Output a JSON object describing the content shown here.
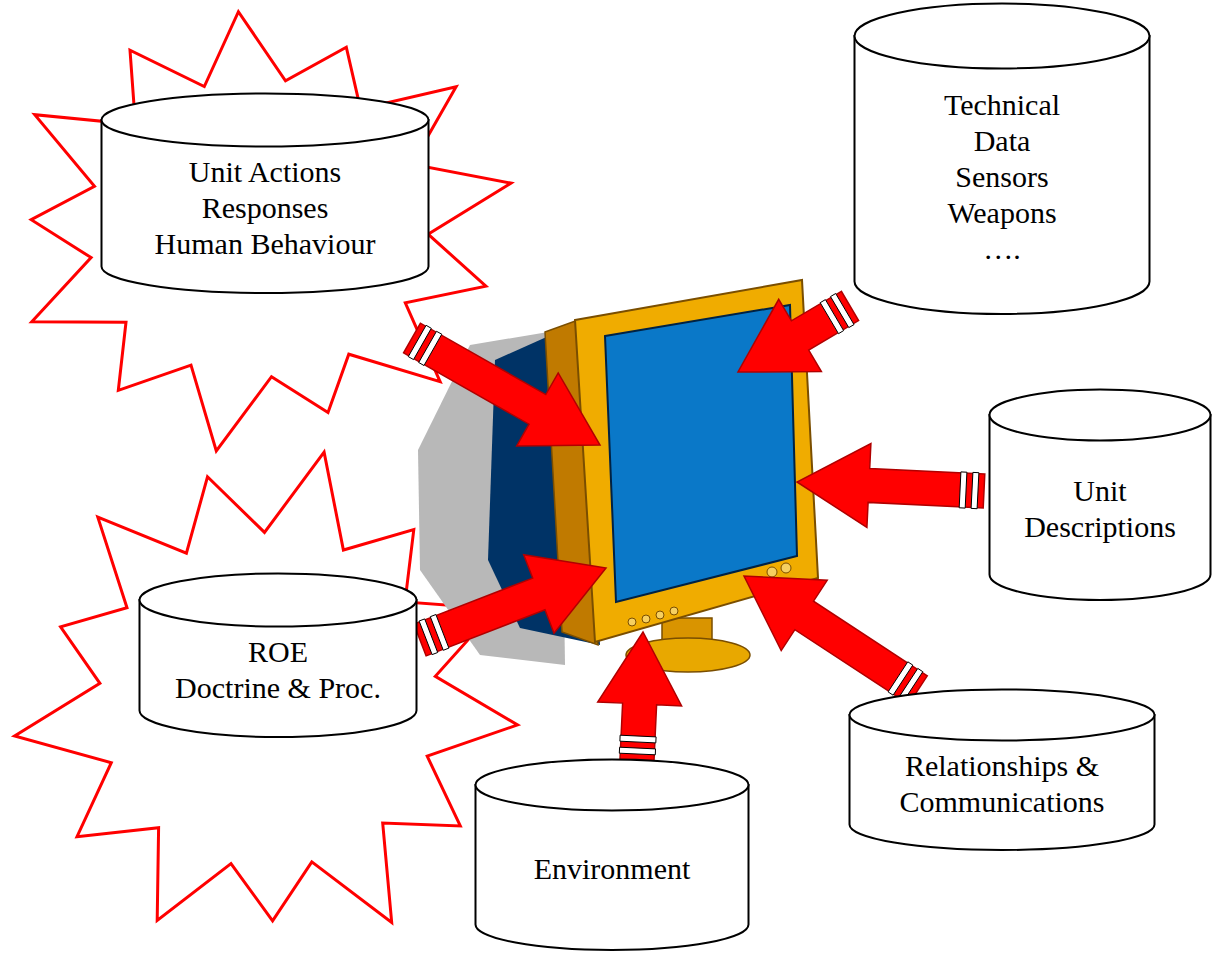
{
  "diagram": {
    "nodes": [
      {
        "text": [
          "Technical Data",
          "Sensors",
          "Weapons",
          "…."
        ]
      },
      {
        "text": [
          "Unit Actions",
          "Responses",
          "Human Behaviour"
        ]
      },
      {
        "text": [
          "Unit Descriptions"
        ]
      },
      {
        "text": [
          "ROE",
          "Doctrine & Proc."
        ]
      },
      {
        "text": [
          "Relationships & Communications"
        ]
      },
      {
        "text": [
          "Environment"
        ]
      }
    ]
  }
}
